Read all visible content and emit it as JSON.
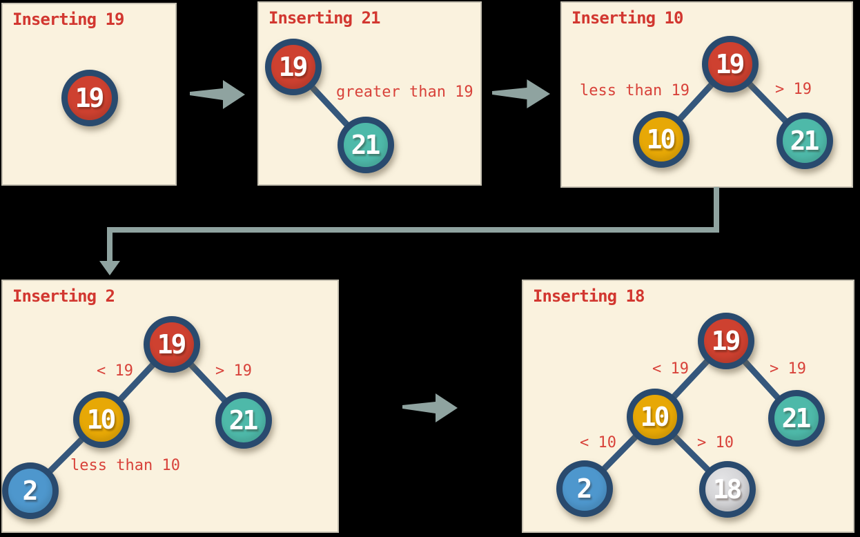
{
  "colors": {
    "canvas_background": "#000000",
    "panel_background": "#faf2de",
    "title_red": "#d23730",
    "label_red": "#d8423a",
    "node_border_navy": "#294a6e",
    "tree_edge_navy": "#35577c",
    "flow_arrow_gray": "#8fa3a0",
    "node_red": "#ce4130",
    "node_gold": "#e7a806",
    "node_teal": "#4eb9a9",
    "node_blue": "#4e97cd",
    "node_gray": "#d2d2d4"
  },
  "panels": [
    {
      "title": "Inserting 19",
      "nodes": [
        {
          "value": "19",
          "color": "red"
        }
      ],
      "labels": []
    },
    {
      "title": "Inserting 21",
      "nodes": [
        {
          "value": "19",
          "color": "red"
        },
        {
          "value": "21",
          "color": "teal"
        }
      ],
      "labels": [
        {
          "text": "greater than 19"
        }
      ]
    },
    {
      "title": "Inserting 10",
      "nodes": [
        {
          "value": "19",
          "color": "red"
        },
        {
          "value": "10",
          "color": "gold"
        },
        {
          "value": "21",
          "color": "teal"
        }
      ],
      "labels": [
        {
          "text": "less than 19"
        },
        {
          "text": "> 19"
        }
      ]
    },
    {
      "title": "Inserting 2",
      "nodes": [
        {
          "value": "19",
          "color": "red"
        },
        {
          "value": "10",
          "color": "gold"
        },
        {
          "value": "21",
          "color": "teal"
        },
        {
          "value": "2",
          "color": "blue"
        }
      ],
      "labels": [
        {
          "text": "< 19"
        },
        {
          "text": "> 19"
        },
        {
          "text": "less than 10"
        }
      ]
    },
    {
      "title": "Inserting 18",
      "nodes": [
        {
          "value": "19",
          "color": "red"
        },
        {
          "value": "10",
          "color": "gold"
        },
        {
          "value": "21",
          "color": "teal"
        },
        {
          "value": "2",
          "color": "blue"
        },
        {
          "value": "18",
          "color": "gray"
        }
      ],
      "labels": [
        {
          "text": "< 19"
        },
        {
          "text": "> 19"
        },
        {
          "text": "< 10"
        },
        {
          "text": "> 10"
        }
      ]
    }
  ]
}
